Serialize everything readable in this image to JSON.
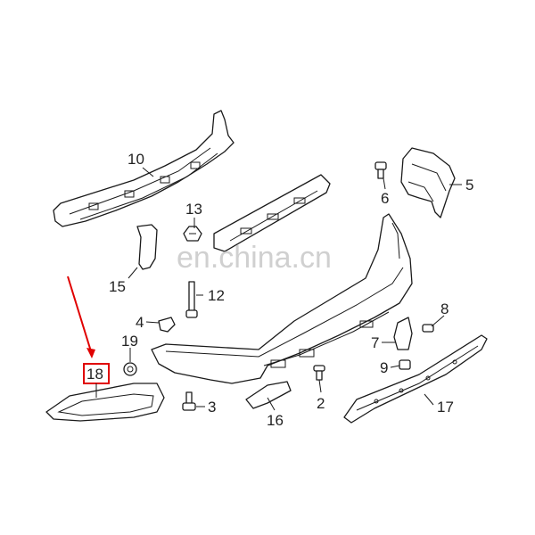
{
  "diagram": {
    "watermark": "en.china.cn",
    "callouts": [
      {
        "id": "10",
        "label": "10"
      },
      {
        "id": "13",
        "label": "13"
      },
      {
        "id": "6",
        "label": "6"
      },
      {
        "id": "5",
        "label": "5"
      },
      {
        "id": "15",
        "label": "15"
      },
      {
        "id": "12",
        "label": "12"
      },
      {
        "id": "4",
        "label": "4"
      },
      {
        "id": "19",
        "label": "19"
      },
      {
        "id": "8",
        "label": "8"
      },
      {
        "id": "7",
        "label": "7"
      },
      {
        "id": "9",
        "label": "9"
      },
      {
        "id": "18",
        "label": "18"
      },
      {
        "id": "3",
        "label": "3"
      },
      {
        "id": "16",
        "label": "16"
      },
      {
        "id": "2",
        "label": "2"
      },
      {
        "id": "17",
        "label": "17"
      }
    ],
    "highlight": {
      "part": "18",
      "color": "#e00000"
    }
  }
}
